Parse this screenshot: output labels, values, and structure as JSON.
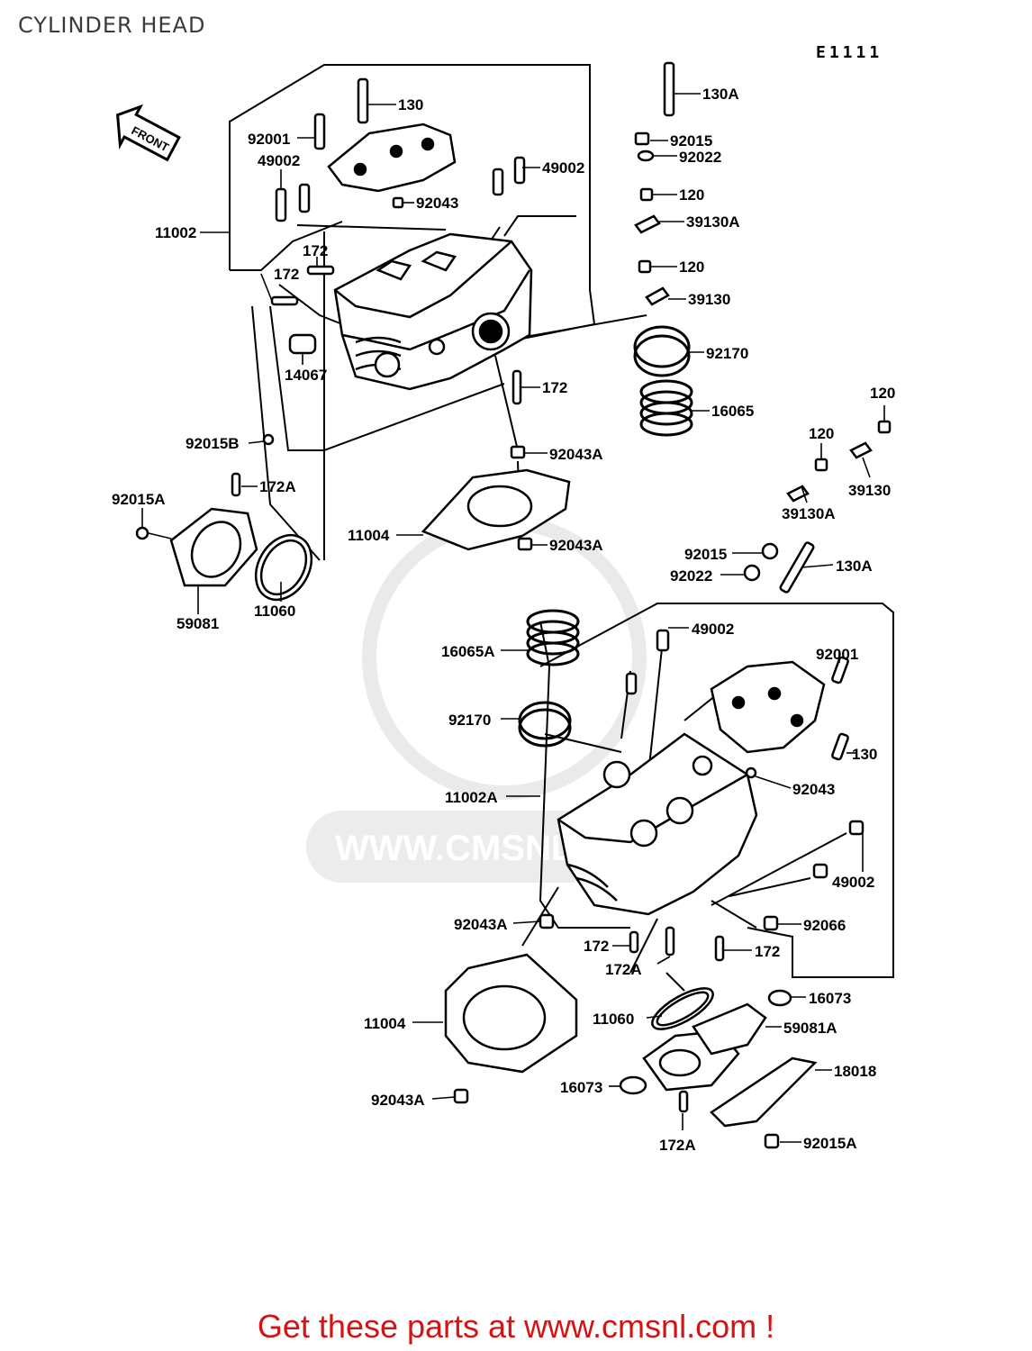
{
  "title": "CYLINDER HEAD",
  "diagram_code": "E1111",
  "direction_label": "FRONT",
  "watermark": "WWW.CMSNL",
  "footer": "Get these parts at www.cmsnl.com !",
  "parts": [
    "130",
    "92001",
    "49002",
    "49002",
    "92043",
    "11002",
    "172",
    "172",
    "14067",
    "92015B",
    "130A",
    "92015",
    "92022",
    "120",
    "39130A",
    "120",
    "39130",
    "92170",
    "172",
    "16065",
    "92043A",
    "11004",
    "92043A",
    "172A",
    "92015A",
    "59081",
    "11060",
    "120",
    "120",
    "39130",
    "39130A",
    "92015",
    "92022",
    "130A",
    "49002",
    "16065A",
    "92170",
    "92001",
    "130",
    "92043",
    "11002A",
    "49002",
    "92043A",
    "92066",
    "172",
    "172A",
    "172",
    "16073",
    "11004",
    "11060",
    "59081A",
    "18018",
    "16073",
    "92043A",
    "172A",
    "92015A"
  ]
}
